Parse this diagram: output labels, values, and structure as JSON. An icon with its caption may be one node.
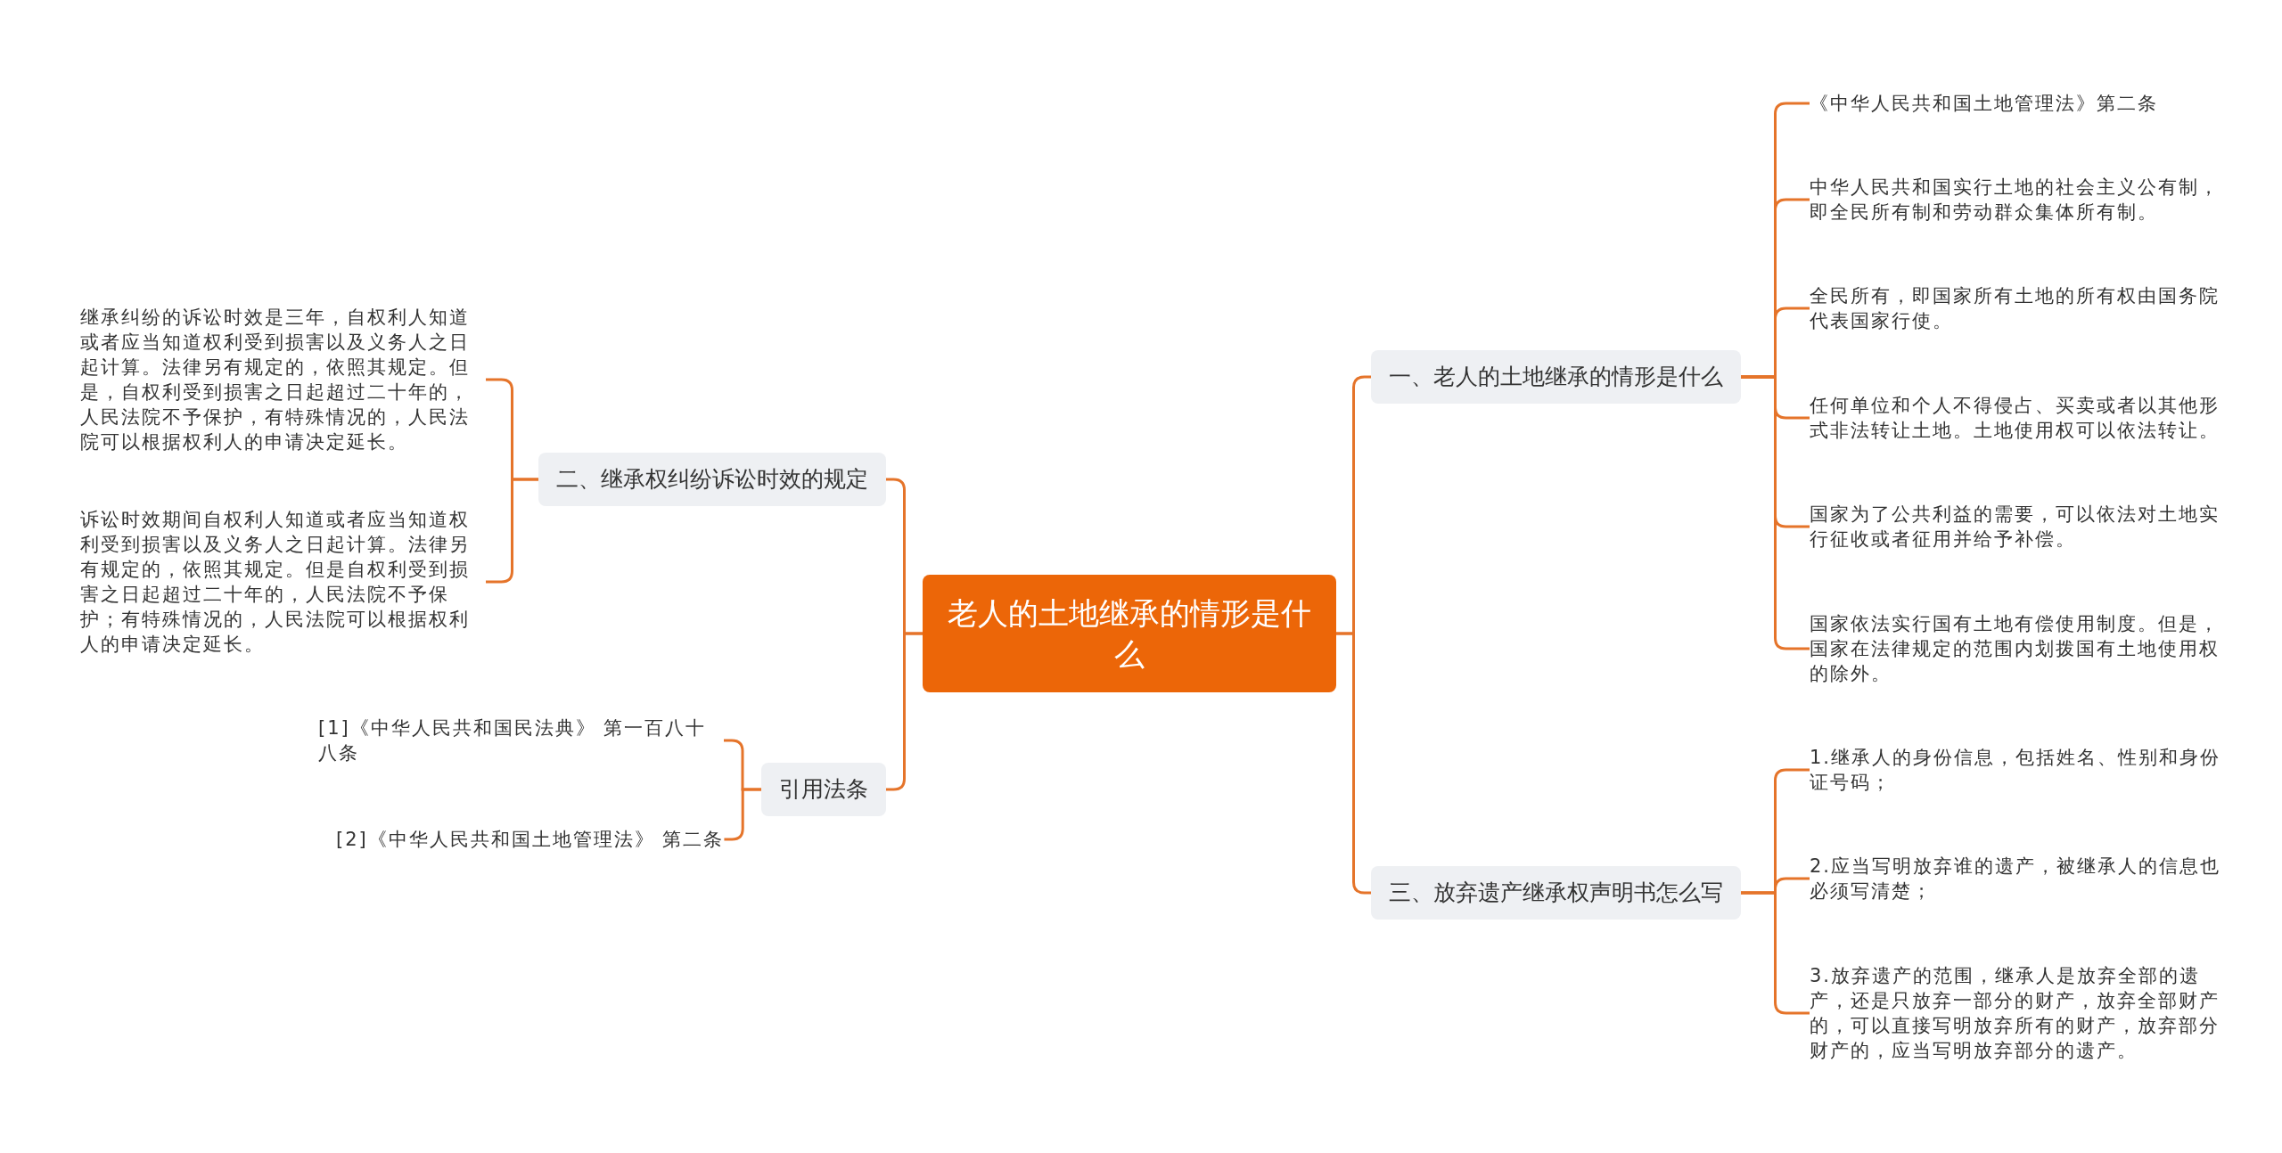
{
  "diagram": {
    "nodes": [
      {
        "text": [
          "老人的土地继承的情形是什么"
        ]
      },
      {
        "text": [
          "二、继承权纠纷诉讼时效的规定"
        ]
      },
      {
        "text": [
          "继承纠纷的诉讼时效是三年，自权利人知道或者应当知道权利受到损害以及义务人之日起计算。法律另有规定的，依照其规定。但是，自权利受到损害之日起超过二十年的，人民法院不予保护，有特殊情况的，人民法院可以根据权利人的申请决定延长。"
        ]
      },
      {
        "text": [
          "诉讼时效期间自权利人知道或者应当知道权利受到损害以及义务人之日起计算。法律另有规定的，依照其规定。但是自权利受到损害之日起超过二十年的，人民法院不予保护；有特殊情况的，人民法院可以根据权利人的申请决定延长。"
        ]
      },
      {
        "text": [
          "引用法条"
        ]
      },
      {
        "text": [
          "[1]《中华人民共和国民法典》 第一百八十八条"
        ]
      },
      {
        "text": [
          "[2]《中华人民共和国土地管理法》 第二条"
        ]
      },
      {
        "text": [
          "一、老人的土地继承的情形是什么"
        ]
      },
      {
        "text": [
          "《中华人民共和国土地管理法》第二条"
        ]
      },
      {
        "text": [
          "中华人民共和国实行土地的社会主义公有制，即全民所有制和劳动群众集体所有制。"
        ]
      },
      {
        "text": [
          "全民所有，即国家所有土地的所有权由国务院代表国家行使。"
        ]
      },
      {
        "text": [
          "任何单位和个人不得侵占、买卖或者以其他形式非法转让土地。土地使用权可以依法转让。"
        ]
      },
      {
        "text": [
          "国家为了公共利益的需要，可以依法对土地实行征收或者征用并给予补偿。"
        ]
      },
      {
        "text": [
          "国家依法实行国有土地有偿使用制度。但是，国家在法律规定的范围内划拨国有土地使用权的除外。"
        ]
      },
      {
        "text": [
          "三、放弃遗产继承权声明书怎么写"
        ]
      },
      {
        "text": [
          "1.继承人的身份信息，包括姓名、性别和身份证号码；"
        ]
      },
      {
        "text": [
          "2.应当写明放弃谁的遗产，被继承人的信息也必须写清楚；"
        ]
      },
      {
        "text": [
          "3.放弃遗产的范围，继承人是放弃全部的遗产，还是只放弃一部分的财产，放弃全部财产的，可以直接写明放弃所有的财产，放弃部分财产的，应当写明放弃部分的遗产。"
        ]
      }
    ],
    "edges": [
      {
        "from": 0,
        "to": 1,
        "arrow": "none"
      },
      {
        "from": 1,
        "to": 2,
        "arrow": "none"
      },
      {
        "from": 1,
        "to": 3,
        "arrow": "none"
      },
      {
        "from": 0,
        "to": 4,
        "arrow": "none"
      },
      {
        "from": 4,
        "to": 5,
        "arrow": "none"
      },
      {
        "from": 4,
        "to": 6,
        "arrow": "none"
      },
      {
        "from": 0,
        "to": 7,
        "arrow": "none"
      },
      {
        "from": 7,
        "to": 8,
        "arrow": "none"
      },
      {
        "from": 7,
        "to": 9,
        "arrow": "none"
      },
      {
        "from": 7,
        "to": 10,
        "arrow": "none"
      },
      {
        "from": 7,
        "to": 11,
        "arrow": "none"
      },
      {
        "from": 7,
        "to": 12,
        "arrow": "none"
      },
      {
        "from": 7,
        "to": 13,
        "arrow": "none"
      },
      {
        "from": 0,
        "to": 14,
        "arrow": "none"
      },
      {
        "from": 14,
        "to": 15,
        "arrow": "none"
      },
      {
        "from": 14,
        "to": 16,
        "arrow": "none"
      },
      {
        "from": 14,
        "to": 17,
        "arrow": "none"
      }
    ]
  }
}
